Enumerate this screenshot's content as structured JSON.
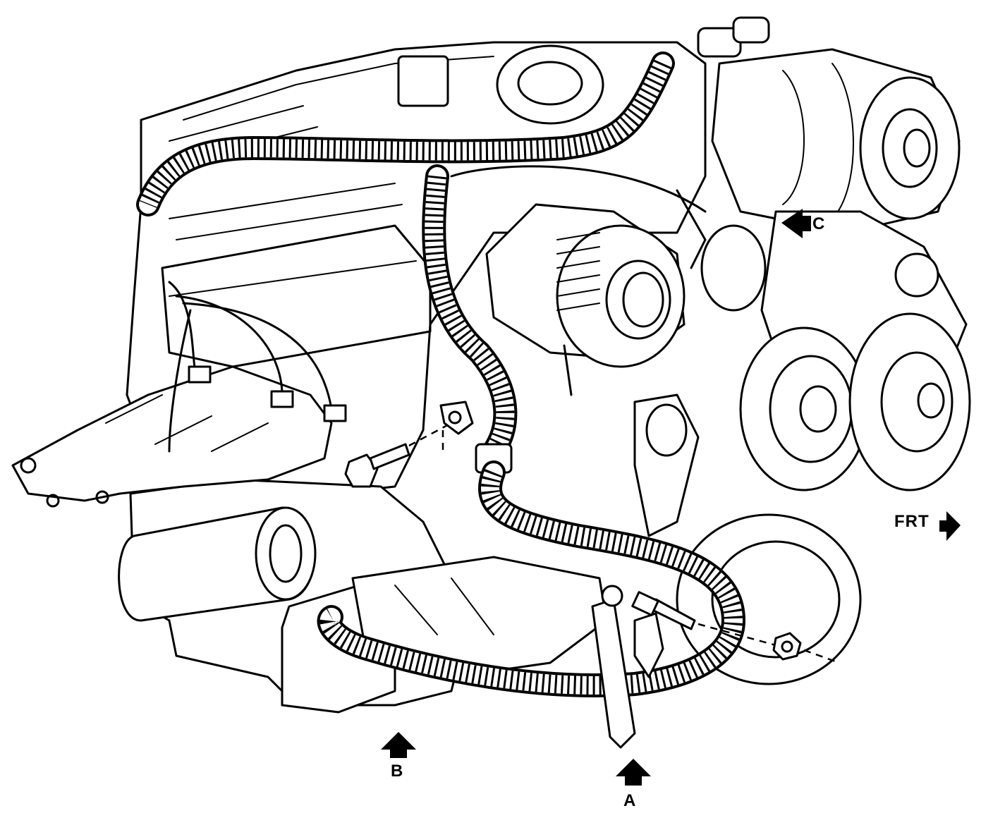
{
  "callouts": {
    "a": "A",
    "b": "B",
    "c": "C",
    "front": "FRT"
  }
}
